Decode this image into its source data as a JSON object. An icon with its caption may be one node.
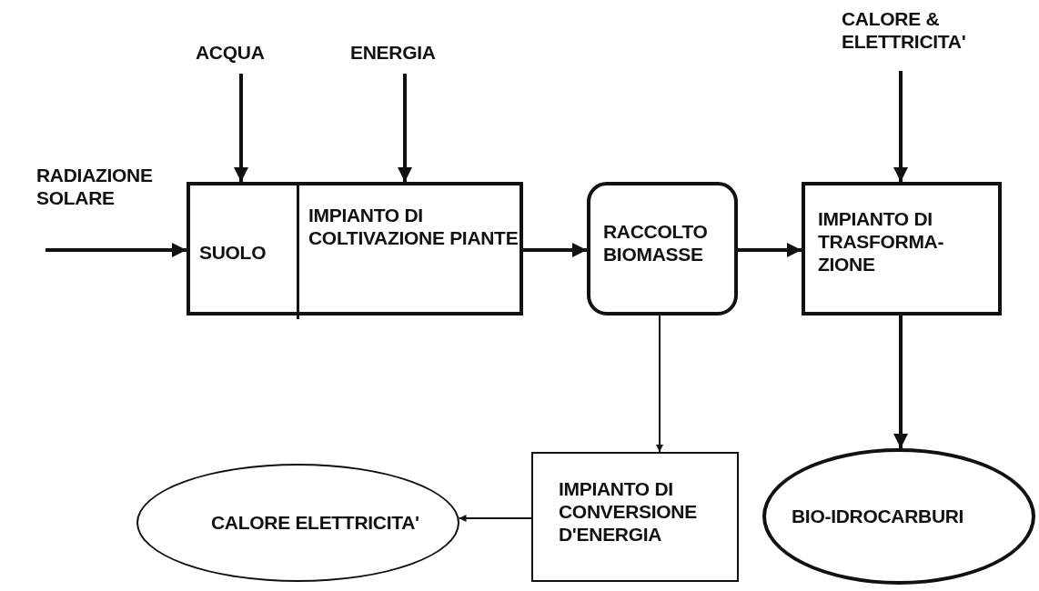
{
  "diagram": {
    "nodes": [
      {
        "text": [
          "ACQUA"
        ]
      },
      {
        "text": [
          "ENERGIA"
        ]
      },
      {
        "text": [
          "CALORE & ELETTRICITA'"
        ]
      },
      {
        "text": [],
        "shape": "box"
      },
      {
        "text": [
          "SUOLO"
        ],
        "in": 3
      },
      {
        "text": [
          "IMPIANTO DI COLTIVAZIONE PIANTE"
        ],
        "in": 3
      },
      {
        "text": [
          "RACCOLTO BIOMASSE"
        ]
      },
      {
        "text": [
          "IMPIANTO DI TRASFORMA- ZIONE"
        ]
      },
      {
        "text": [
          "IMPIANTO DI CONVERSIONE D'ENERGIA"
        ]
      },
      {
        "text": [
          "CALORE ELETTRICITA'"
        ]
      },
      {
        "text": [
          "BIO-IDROCARBURI"
        ]
      }
    ],
    "edges": [
      {
        "from": null,
        "to": 4,
        "arrow": "to"
      },
      {
        "from": 0,
        "to": 4,
        "arrow": "to"
      },
      {
        "from": 1,
        "to": 5,
        "arrow": "to"
      },
      {
        "from": 2,
        "to": 7,
        "arrow": "to"
      },
      {
        "from": 5,
        "to": 6,
        "arrow": "to"
      },
      {
        "from": 6,
        "to": 7,
        "arrow": "to"
      },
      {
        "from": 7,
        "to": 10,
        "arrow": "to"
      },
      {
        "from": 6,
        "to": 8,
        "arrow": "to"
      },
      {
        "from": 8,
        "to": 9,
        "arrow": "to"
      }
    ],
    "labels": [
      "RADIAZIONE SOLARE"
    ]
  }
}
